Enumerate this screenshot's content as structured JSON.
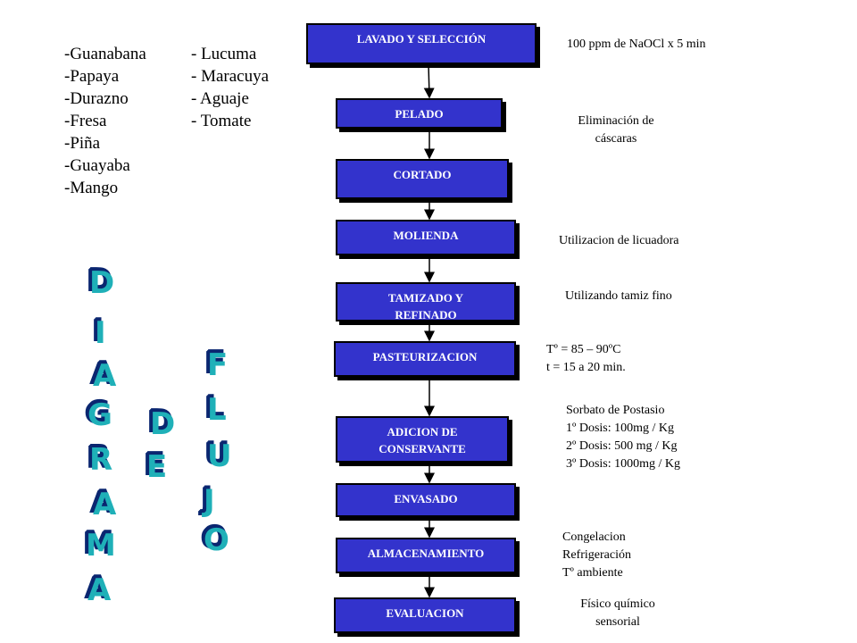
{
  "steps": [
    {
      "label": "LAVADO Y SELECCIÓN"
    },
    {
      "label": "PELADO"
    },
    {
      "label": "CORTADO"
    },
    {
      "label": "MOLIENDA"
    },
    {
      "label": "TAMIZADO Y\nREFINADO"
    },
    {
      "label": "PASTEURIZACION"
    },
    {
      "label": "ADICION DE\nCONSERVANTE"
    },
    {
      "label": "ENVASADO"
    },
    {
      "label": "ALMACENAMIENTO"
    },
    {
      "label": "EVALUACION"
    }
  ],
  "notes": [
    {
      "text": "100 ppm de NaOCl x 5 min"
    },
    {
      "text": "Eliminación  de\ncáscaras"
    },
    {
      "text": "Utilizacion de licuadora"
    },
    {
      "text": "Utilizando tamiz fino"
    },
    {
      "text": "Tº = 85 – 90ºC\nt = 15 a 20 min."
    },
    {
      "text": "Sorbato de Postasio\n1º Dosis: 100mg / Kg\n2º Dosis: 500 mg / Kg\n3º Dosis: 1000mg / Kg"
    },
    {
      "text": "Congelacion\nRefrigeración\nTº ambiente"
    },
    {
      "text": "Físico químico\nsensorial"
    }
  ],
  "fruits": {
    "left": [
      "-Guanabana",
      "-Papaya",
      "-Durazno",
      "-Fresa",
      "-Piña",
      "-Guayaba",
      "-Mango"
    ],
    "right": [
      "- Lucuma",
      "- Maracuya",
      "- Aguaje",
      "- Tomate"
    ]
  },
  "title_words": {
    "diagrama": "DIAGRAMA",
    "de": "DE",
    "flujo": "FLUJO"
  },
  "colors": {
    "box_fill": "#3333cc",
    "box_text": "#ffffff",
    "title_fill": "#1fb0b8",
    "title_shadow": "#0a2670"
  }
}
